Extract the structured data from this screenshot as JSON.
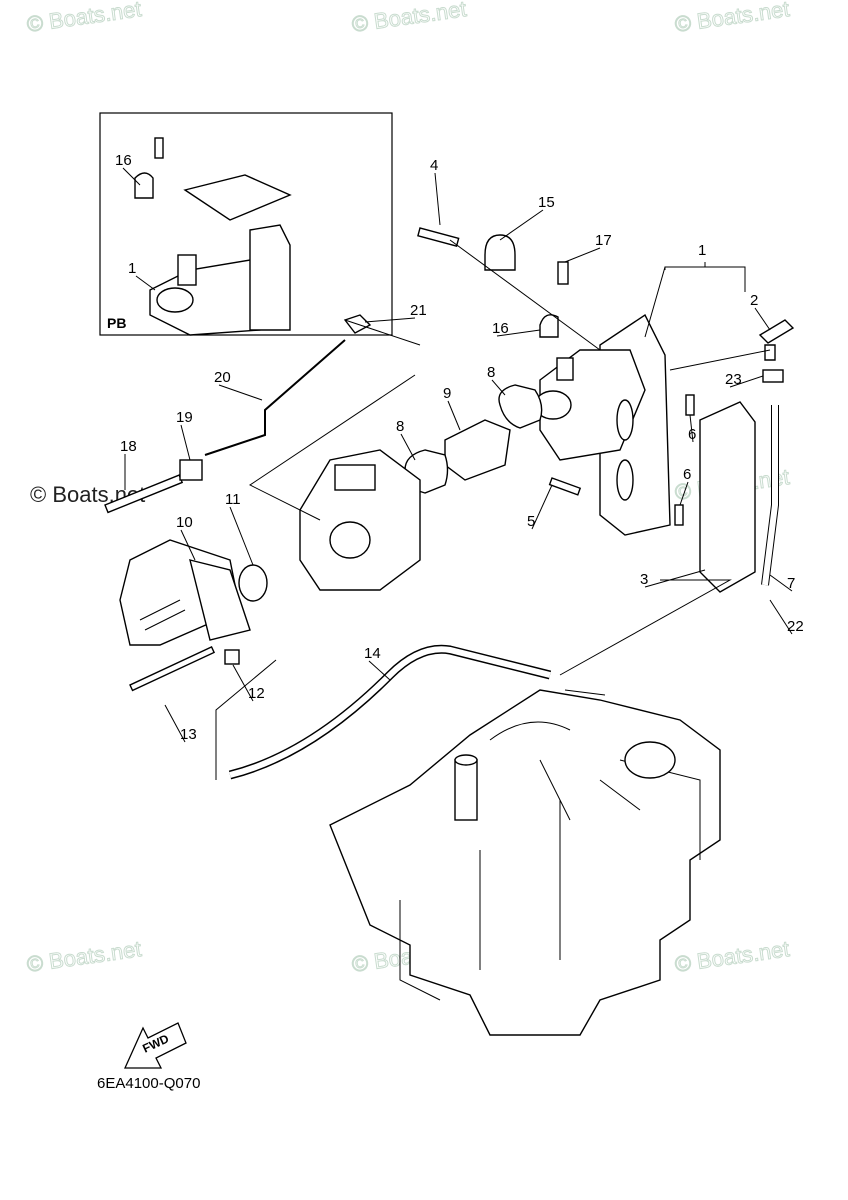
{
  "diagram": {
    "inset_label": "PB",
    "drawing_code": "6EA4100-Q070",
    "fwd_arrow_label": "FWD",
    "watermark": "© Boats.net",
    "inset_callouts": [
      "16",
      "1"
    ],
    "callouts": [
      "4",
      "15",
      "17",
      "1",
      "2",
      "21",
      "16",
      "23",
      "20",
      "8",
      "9",
      "6",
      "19",
      "18",
      "8",
      "6",
      "11",
      "10",
      "5",
      "3",
      "7",
      "22",
      "14",
      "12",
      "13"
    ]
  }
}
